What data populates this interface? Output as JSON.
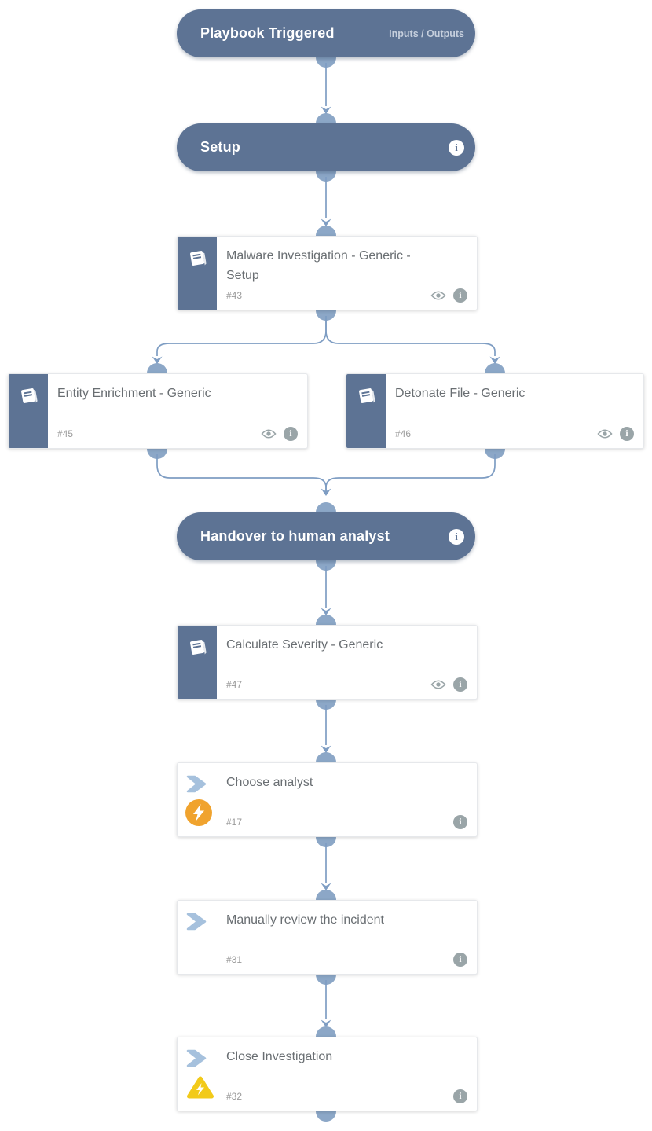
{
  "colors": {
    "section_pill": "#5d7394",
    "connector_line": "#7e9dc3",
    "connector_bump": "#8ca7c7",
    "card_title_text": "#696e72",
    "task_id_text": "#9b9b9b",
    "gray_icon": "#9aa5a8",
    "chevron_icon": "#a6c1dd",
    "lightning_badge": "#f0a32e",
    "warning_badge": "#f2ca1a"
  },
  "icons": {
    "info_glyph": "i"
  },
  "nodes": {
    "trigger": {
      "title": "Playbook Triggered",
      "link": "Inputs / Outputs"
    },
    "setup": {
      "title": "Setup"
    },
    "malware": {
      "title": "Malware Investigation - Generic - Setup",
      "id": "#43"
    },
    "entity": {
      "title": "Entity Enrichment - Generic",
      "id": "#45"
    },
    "detonate": {
      "title": "Detonate File - Generic",
      "id": "#46"
    },
    "handover": {
      "title": "Handover to human analyst"
    },
    "severity": {
      "title": "Calculate Severity - Generic",
      "id": "#47"
    },
    "choose": {
      "title": "Choose analyst",
      "id": "#17"
    },
    "review": {
      "title": "Manually review the incident",
      "id": "#31"
    },
    "close": {
      "title": "Close Investigation",
      "id": "#32"
    }
  }
}
